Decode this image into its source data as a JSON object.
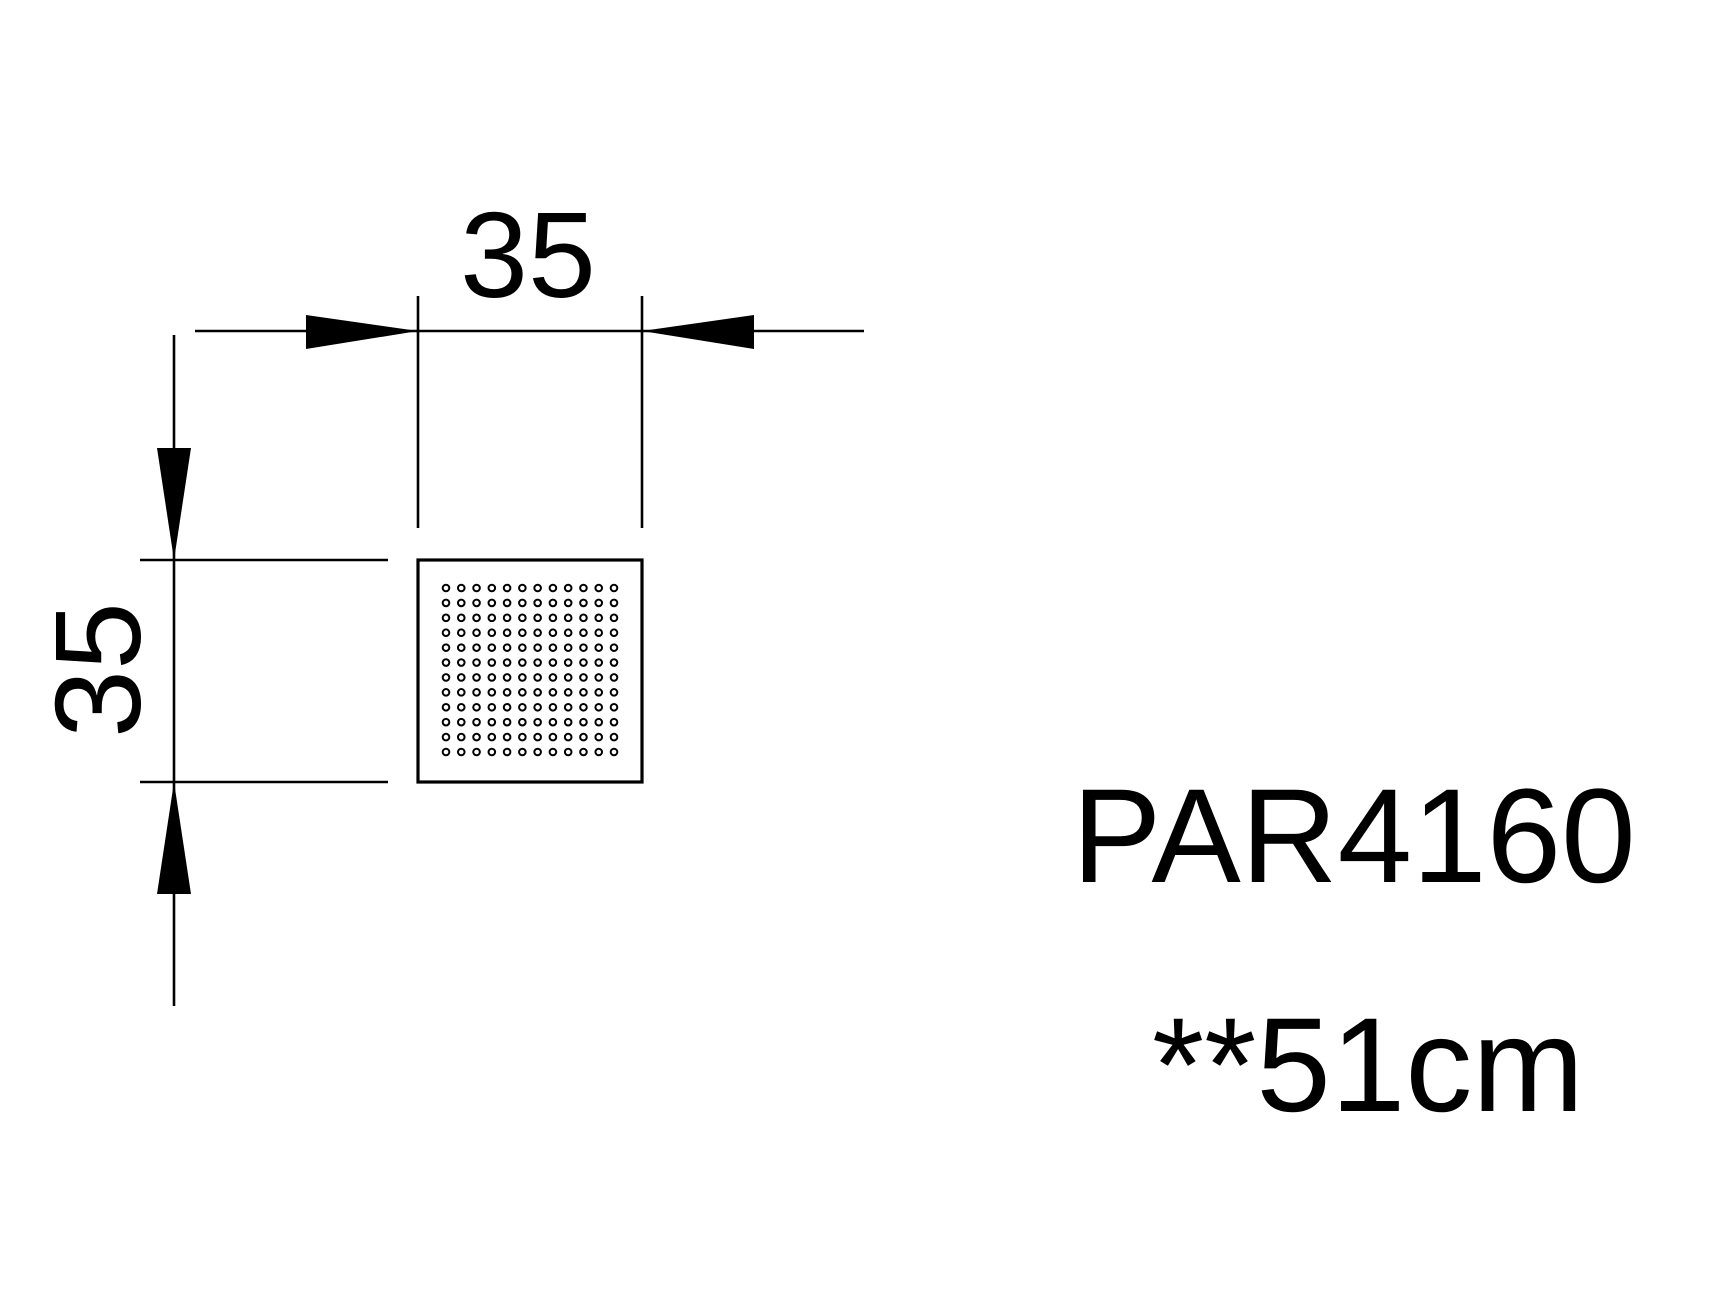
{
  "drawing": {
    "width_dimension": "35",
    "height_dimension": "35",
    "model_code": "PAR4160",
    "size_note": "**51cm",
    "ink_color": "#000000",
    "background_color": "#ffffff"
  },
  "fixture": {
    "icon": "perforated-square-grille-icon",
    "hole_rows": 12,
    "hole_cols": 12
  }
}
